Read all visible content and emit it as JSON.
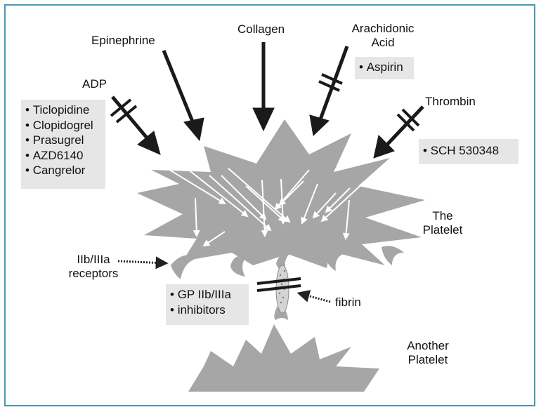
{
  "labels": {
    "epinephrine": "Epinephrine",
    "collagen": "Collagen",
    "arachidonic_acid": [
      "Arachidonic",
      "Acid"
    ],
    "adp": "ADP",
    "thrombin": "Thrombin",
    "the_platelet": [
      "The",
      "Platelet"
    ],
    "receptors": [
      "IIb/IIIa",
      "receptors"
    ],
    "fibrin": "fibrin",
    "another_platelet": [
      "Another",
      "Platelet"
    ]
  },
  "drug_boxes": {
    "adp_inhibitors": [
      "Ticlopidine",
      "Clopidogrel",
      "Prasugrel",
      "AZD6140",
      "Cangrelor"
    ],
    "aspirin": [
      "Aspirin"
    ],
    "thrombin_inhibitor": [
      "SCH 530348"
    ],
    "gp_inhibitors": [
      "GP IIb/IIIa",
      "inhibitors"
    ]
  },
  "colors": {
    "frame": "#4a96b4",
    "platelet_fill": "#a6a6a6",
    "box_fill": "#e6e6e6",
    "arrow": "#1a1a1a"
  }
}
